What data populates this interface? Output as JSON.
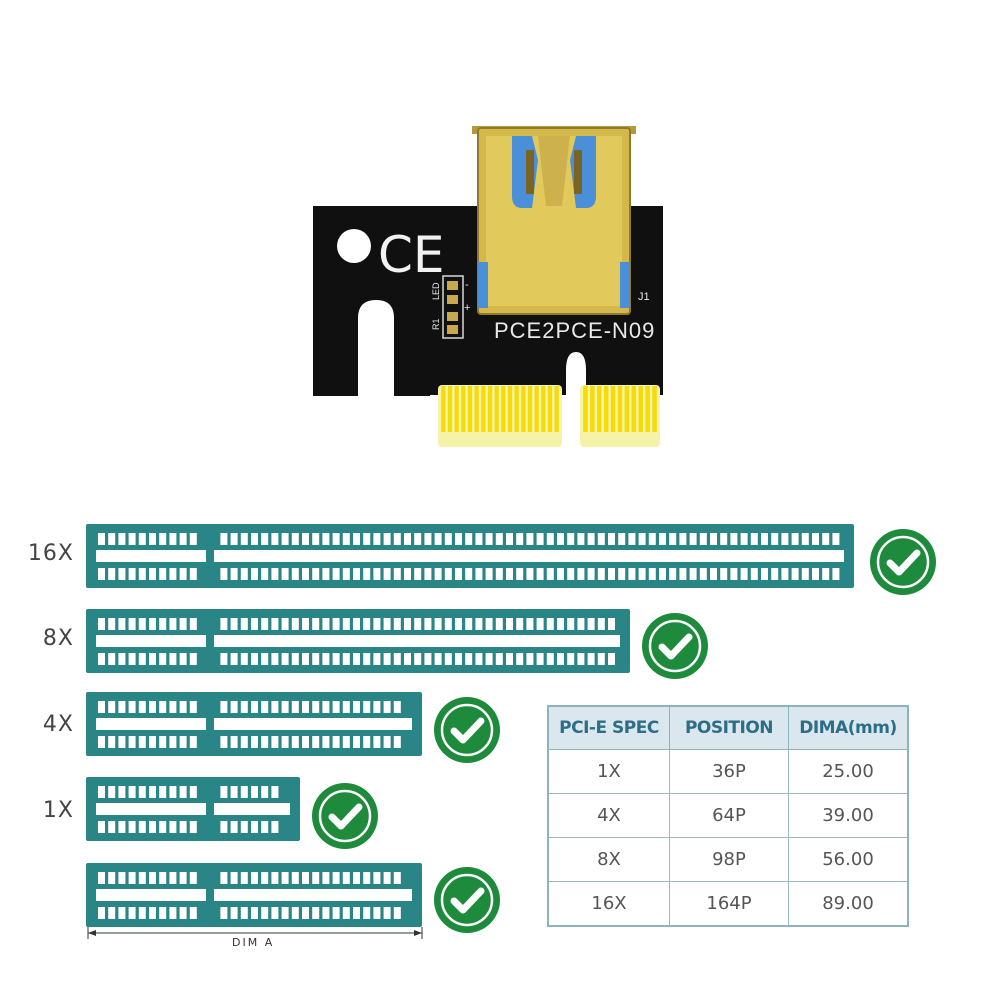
{
  "board": {
    "model": "PCE2PCE-N09",
    "ce_mark": "CE",
    "led_label": "LED",
    "r1_label": "R1",
    "minus_label": "-",
    "plus_label": "+",
    "j1_label": "J1",
    "colors": {
      "pcb": "#101010",
      "gold": "#f4dc0a",
      "usb_shell": "#d4b84a",
      "usb_blue": "#4a8fd8"
    }
  },
  "slots": [
    {
      "id": "16x",
      "label": "16X"
    },
    {
      "id": "8x",
      "label": "8X"
    },
    {
      "id": "4x",
      "label": "4X"
    },
    {
      "id": "1x",
      "label": "1X"
    },
    {
      "id": "dim",
      "label": ""
    }
  ],
  "dim_label": "DIM A",
  "colors": {
    "slot": "#2a8586",
    "check": "#1d8a3c",
    "table_header_bg": "#dbe7ef",
    "table_header_text": "#2c6e86",
    "table_border": "#8fb2bf"
  },
  "table": {
    "headers": [
      "PCI-E SPEC",
      "POSITION",
      "DIMA(mm)"
    ],
    "rows": [
      [
        "1X",
        "36P",
        "25.00"
      ],
      [
        "4X",
        "64P",
        "39.00"
      ],
      [
        "8X",
        "98P",
        "56.00"
      ],
      [
        "16X",
        "164P",
        "89.00"
      ]
    ]
  }
}
